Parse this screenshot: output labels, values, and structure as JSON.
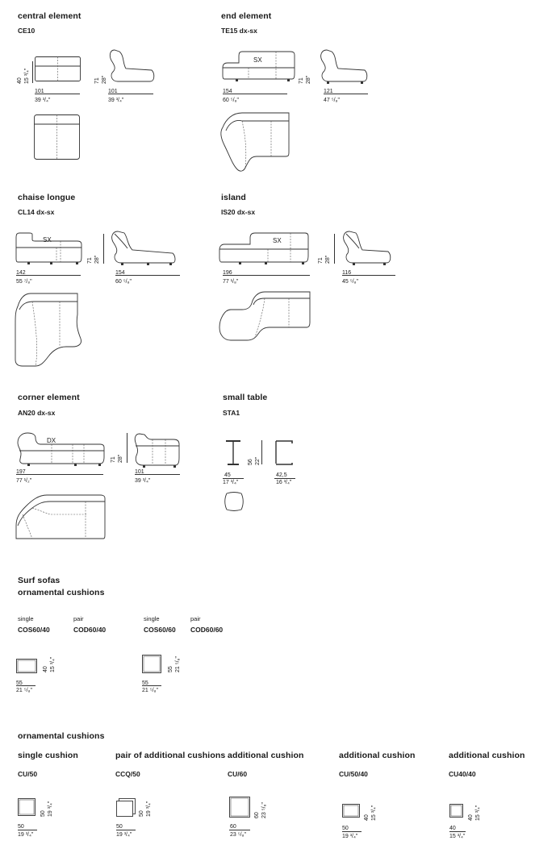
{
  "central": {
    "title": "central element",
    "code": "CE10",
    "h_cm": "40",
    "h_in": "15 ³/₄\"",
    "h2_cm": "71",
    "h2_in": "28\"",
    "w1_cm": "101",
    "w1_in": "39 ³/₄\"",
    "w2_cm": "101",
    "w2_in": "39 ³/₄\""
  },
  "end": {
    "title": "end element",
    "code": "TE15 dx-sx",
    "tag": "SX",
    "h_cm": "71",
    "h_in": "28\"",
    "w1_cm": "154",
    "w1_in": "60 ⁵/₈\"",
    "w2_cm": "121",
    "w2_in": "47 ⁵/₈\""
  },
  "chaise": {
    "title": "chaise longue",
    "code": "CL14 dx-sx",
    "tag": "SX",
    "h_cm": "71",
    "h_in": "28\"",
    "w1_cm": "142",
    "w1_in": "55 ⁷/₈\"",
    "w2_cm": "154",
    "w2_in": "60 ⁵/₈\""
  },
  "island": {
    "title": "island",
    "code": "IS20 dx-sx",
    "tag": "SX",
    "h_cm": "71",
    "h_in": "28\"",
    "w1_cm": "196",
    "w1_in": "77 ¹/₈\"",
    "w2_cm": "116",
    "w2_in": "45 ⁵/₈\""
  },
  "corner": {
    "title": "corner element",
    "code": "AN20 dx-sx",
    "tag": "DX",
    "h_cm": "71",
    "h_in": "28\"",
    "w1_cm": "197",
    "w1_in": "77 ¹/₂\"",
    "w2_cm": "101",
    "w2_in": "39 ³/₄\""
  },
  "table": {
    "title": "small table",
    "code": "STA1",
    "h_cm": "56",
    "h_in": "22\"",
    "w1_cm": "45",
    "w1_in": "17 ³/₄\"",
    "w2_cm": "42,5",
    "w2_in": "16 ³/₄\""
  },
  "surf": {
    "title1": "Surf sofas",
    "title2": "ornamental cushions",
    "items": [
      {
        "type": "single",
        "code": "COS60/40",
        "h_cm": "40",
        "h_in": "15 ³/₄\"",
        "w_cm": "55",
        "w_in": "21 ⁵/₈\""
      },
      {
        "type": "pair",
        "code": "COD60/40"
      },
      {
        "type": "single",
        "code": "COS60/60",
        "h_cm": "55",
        "h_in": "21 ⁵/₈\"",
        "w_cm": "55",
        "w_in": "21 ⁵/₈\""
      },
      {
        "type": "pair",
        "code": "COD60/60"
      }
    ]
  },
  "orn": {
    "title": "ornamental  cushions",
    "items": [
      {
        "name": "single cushion",
        "code": "CU/50",
        "h_cm": "50",
        "h_in": "19 ³/₄\"",
        "w_cm": "50",
        "w_in": "19 ³/₄\""
      },
      {
        "name": "pair of additional cushions",
        "code": "CCQ/50",
        "h_cm": "50",
        "h_in": "19 ³/₄\"",
        "w_cm": "50",
        "w_in": "19 ³/₄\""
      },
      {
        "name": "additional cushion",
        "code": "CU/60",
        "h_cm": "60",
        "h_in": "23 ⁵/₈\"",
        "w_cm": "60",
        "w_in": "23 ⁵/₈\""
      },
      {
        "name": "additional cushion",
        "code": "CU/50/40",
        "h_cm": "40",
        "h_in": "15 ³/₄\"",
        "w_cm": "50",
        "w_in": "19 ³/₄\""
      },
      {
        "name": "additional cushion",
        "code": "CU40/40",
        "h_cm": "40",
        "h_in": "15 ³/₄\"",
        "w_cm": "40",
        "w_in": "15 ³/₄\""
      }
    ]
  }
}
